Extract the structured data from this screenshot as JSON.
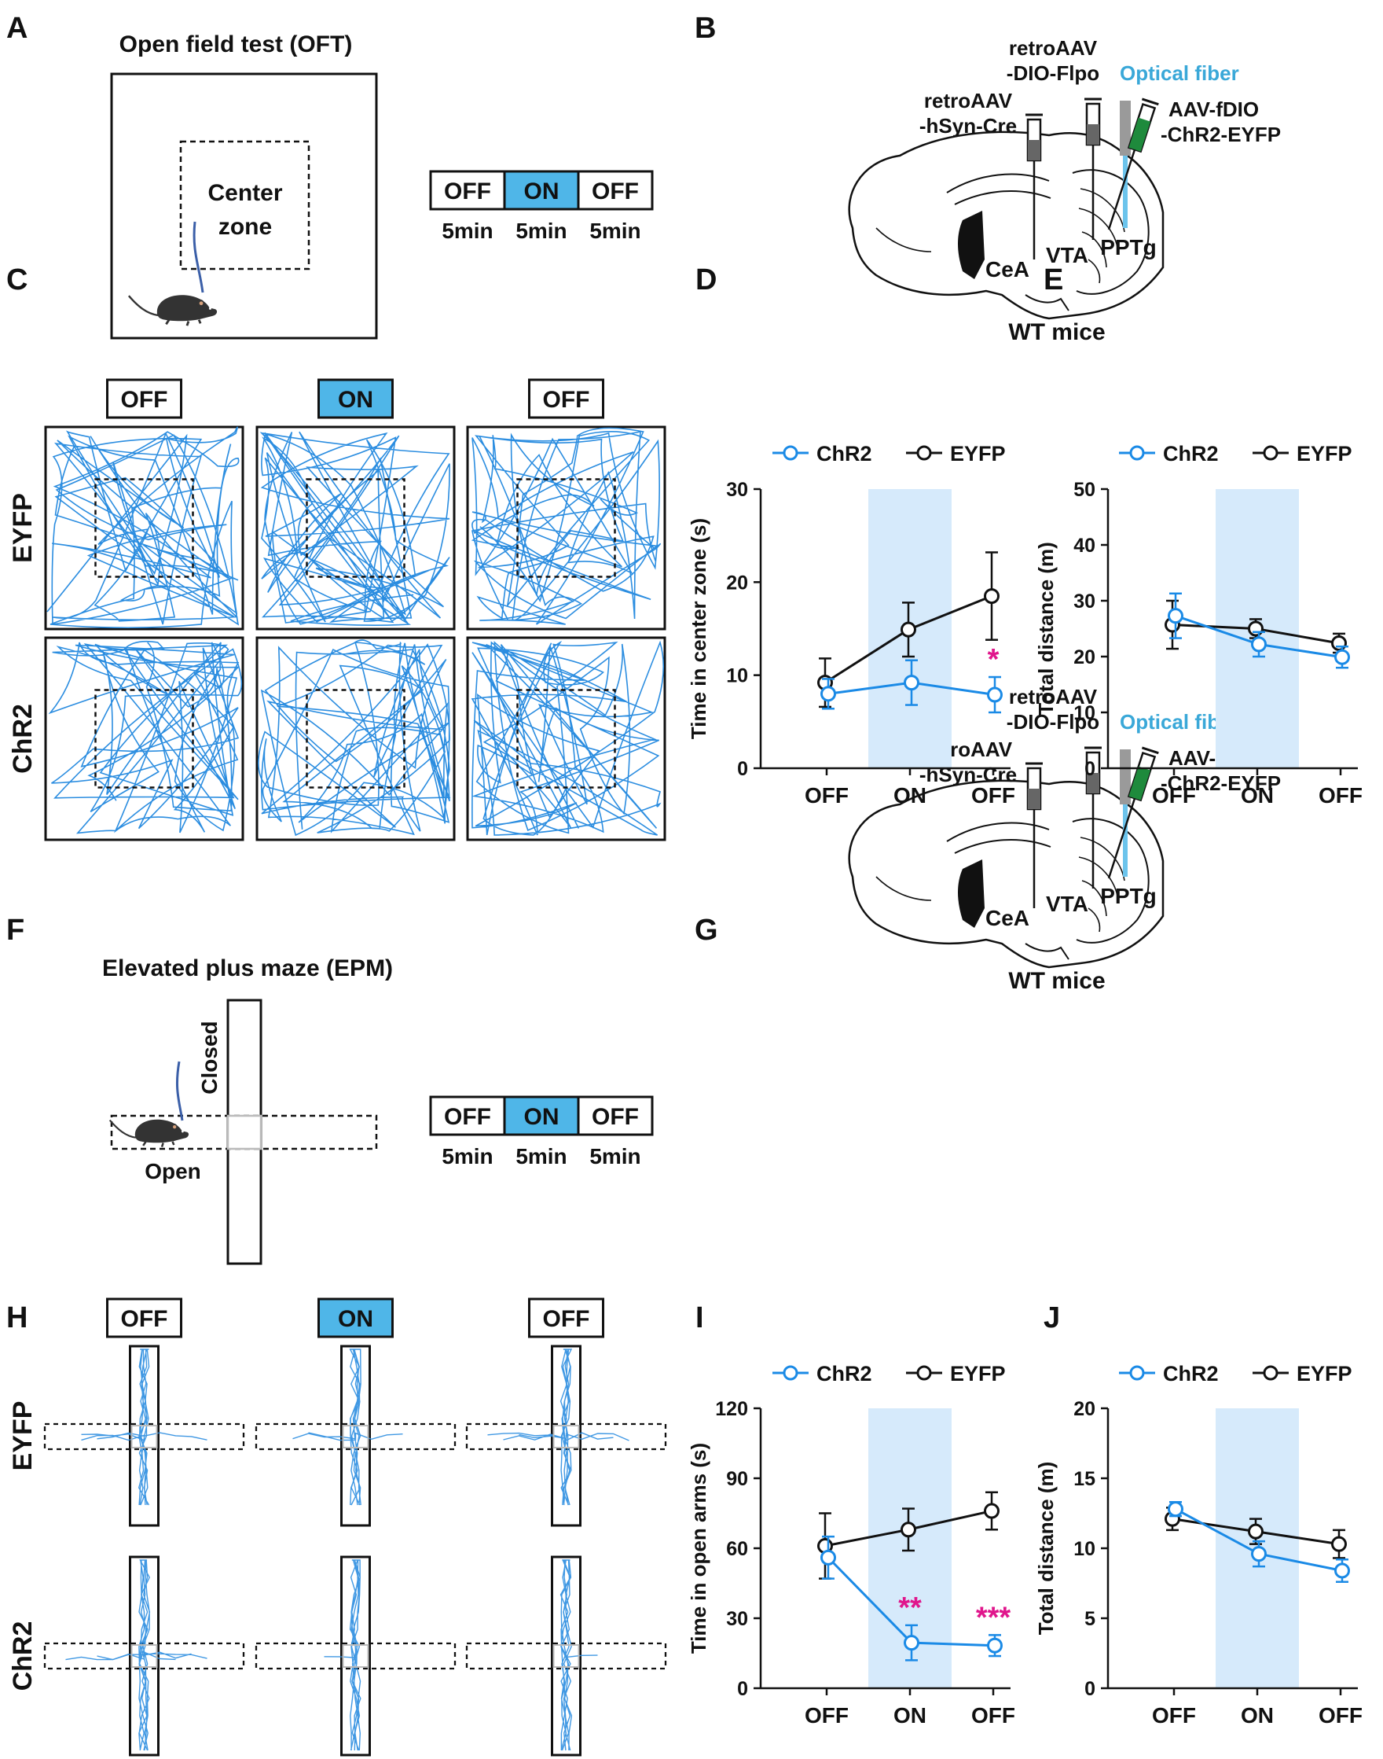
{
  "panels": {
    "A": "A",
    "B": "B",
    "C": "C",
    "D": "D",
    "E": "E",
    "F": "F",
    "G": "G",
    "H": "H",
    "I": "I",
    "J": "J"
  },
  "oft": {
    "title": "Open field test (OFT)",
    "center_zone_line1": "Center",
    "center_zone_line2": "zone"
  },
  "epm": {
    "title": "Elevated plus maze (EPM)",
    "closed": "Closed",
    "open": "Open"
  },
  "protocol": {
    "states": [
      "OFF",
      "ON",
      "OFF"
    ],
    "durations": [
      "5min",
      "5min",
      "5min"
    ]
  },
  "brain": {
    "retro_dio_line1": "retroAAV",
    "retro_dio_line2": "-DIO-Flpo",
    "optical_fiber": "Optical fiber",
    "retro_hsyn_line1": "retroAAV",
    "retro_hsyn_line2": "-hSyn-Cre",
    "aav_line1": "AAV-fDIO",
    "aav_line2": "-ChR2-EYFP",
    "cea": "CeA",
    "vta": "VTA",
    "pptg": "PPTg",
    "mice": "WT mice"
  },
  "traces": {
    "headers": [
      "OFF",
      "ON",
      "OFF"
    ],
    "rows": [
      "EYFP",
      "ChR2"
    ]
  },
  "colors": {
    "chr2": "#1a8ae6",
    "eyfp": "#111111",
    "on_band": "#d6eafb",
    "on_box": "#4fb6e8",
    "trace": "#2b8de0",
    "sig": "#e0168c",
    "fiber": "#3aa8d8"
  },
  "chart_data": [
    {
      "panel": "D",
      "type": "line",
      "categories": [
        "OFF",
        "ON",
        "OFF"
      ],
      "ylabel": "Time in center zone (s)",
      "ylim": [
        0,
        30
      ],
      "yticks": [
        0,
        10,
        20,
        30
      ],
      "legend": [
        "ChR2",
        "EYFP"
      ],
      "series": [
        {
          "name": "ChR2",
          "values": [
            8.0,
            9.2,
            7.9
          ],
          "errors": [
            1.6,
            2.4,
            1.9
          ]
        },
        {
          "name": "EYFP",
          "values": [
            9.2,
            14.9,
            18.5
          ],
          "errors": [
            2.6,
            2.9,
            4.7
          ]
        }
      ],
      "significance": [
        "",
        "",
        "*"
      ],
      "on_band": "ON"
    },
    {
      "panel": "E",
      "type": "line",
      "categories": [
        "OFF",
        "ON",
        "OFF"
      ],
      "ylabel": "Total distance (m)",
      "ylim": [
        0,
        50
      ],
      "yticks": [
        0,
        10,
        20,
        30,
        40,
        50
      ],
      "legend": [
        "ChR2",
        "EYFP"
      ],
      "series": [
        {
          "name": "ChR2",
          "values": [
            27.3,
            22.2,
            19.9
          ],
          "errors": [
            4.0,
            2.2,
            1.9
          ]
        },
        {
          "name": "EYFP",
          "values": [
            25.7,
            25.0,
            22.4
          ],
          "errors": [
            4.3,
            1.7,
            1.7
          ]
        }
      ],
      "significance": [
        "",
        "",
        ""
      ],
      "on_band": "ON"
    },
    {
      "panel": "I",
      "type": "line",
      "categories": [
        "OFF",
        "ON",
        "OFF"
      ],
      "ylabel": "Time in open arms (s)",
      "ylim": [
        0,
        120
      ],
      "yticks": [
        0,
        30,
        60,
        90,
        120
      ],
      "legend": [
        "ChR2",
        "EYFP"
      ],
      "series": [
        {
          "name": "ChR2",
          "values": [
            56,
            19.5,
            18.3
          ],
          "errors": [
            9,
            7.5,
            4.5
          ]
        },
        {
          "name": "EYFP",
          "values": [
            61,
            68,
            76
          ],
          "errors": [
            14,
            9,
            8
          ]
        }
      ],
      "significance": [
        "",
        "**",
        "***"
      ],
      "on_band": "ON"
    },
    {
      "panel": "J",
      "type": "line",
      "categories": [
        "OFF",
        "ON",
        "OFF"
      ],
      "ylabel": "Total distance (m)",
      "ylim": [
        0,
        20
      ],
      "yticks": [
        0,
        5,
        10,
        15,
        20
      ],
      "legend": [
        "ChR2",
        "EYFP"
      ],
      "series": [
        {
          "name": "ChR2",
          "values": [
            12.8,
            9.6,
            8.4
          ],
          "errors": [
            0.5,
            0.9,
            0.8
          ]
        },
        {
          "name": "EYFP",
          "values": [
            12.1,
            11.2,
            10.3
          ],
          "errors": [
            0.8,
            0.9,
            1.0
          ]
        }
      ],
      "significance": [
        "",
        "",
        ""
      ],
      "on_band": "ON"
    }
  ]
}
